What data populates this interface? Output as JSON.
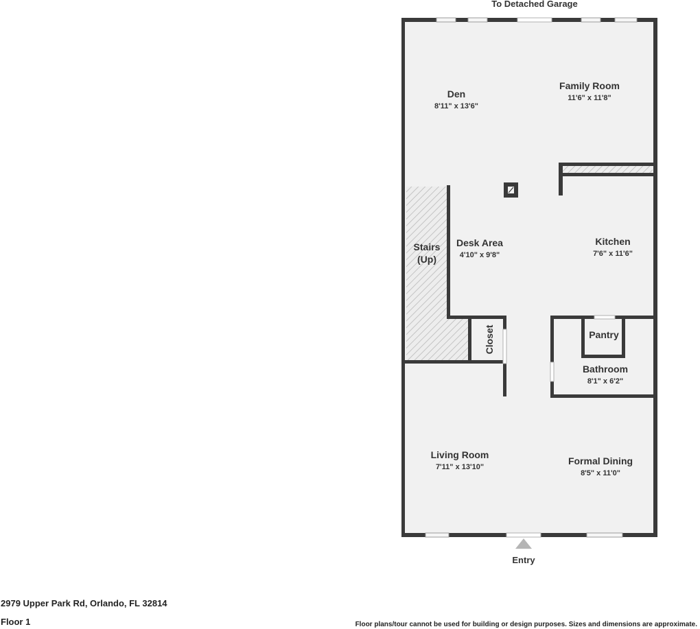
{
  "plan": {
    "garage_label": "To Detached Garage",
    "entry_label": "Entry",
    "rooms": {
      "den": {
        "name": "Den",
        "dims": "8'11\" x 13'6\""
      },
      "family_room": {
        "name": "Family Room",
        "dims": "11'6\" x 11'8\""
      },
      "stairs": {
        "line1": "Stairs",
        "line2": "(Up)"
      },
      "desk_area": {
        "name": "Desk Area",
        "dims": "4'10\" x 9'8\""
      },
      "kitchen": {
        "name": "Kitchen",
        "dims": "7'6\" x 11'6\""
      },
      "closet": {
        "name": "Closet"
      },
      "pantry": {
        "name": "Pantry"
      },
      "bathroom": {
        "name": "Bathroom",
        "dims": "8'1\" x 6'2\""
      },
      "living_room": {
        "name": "Living Room",
        "dims": "7'11\" x 13'10\""
      },
      "formal_dining": {
        "name": "Formal Dining",
        "dims": "8'5\" x 11'0\""
      }
    }
  },
  "footer": {
    "address": "2979 Upper Park Rd, Orlando, FL 32814",
    "floor": "Floor 1",
    "disclaimer": "Floor plans/tour cannot be used for building or design purposes. Sizes and dimensions are approximate."
  },
  "colors": {
    "wall": "#3a3a3a",
    "floor": "#f1f1f1",
    "hatch": "#c8c8c8",
    "entry_arrow": "#b5b5b5"
  }
}
